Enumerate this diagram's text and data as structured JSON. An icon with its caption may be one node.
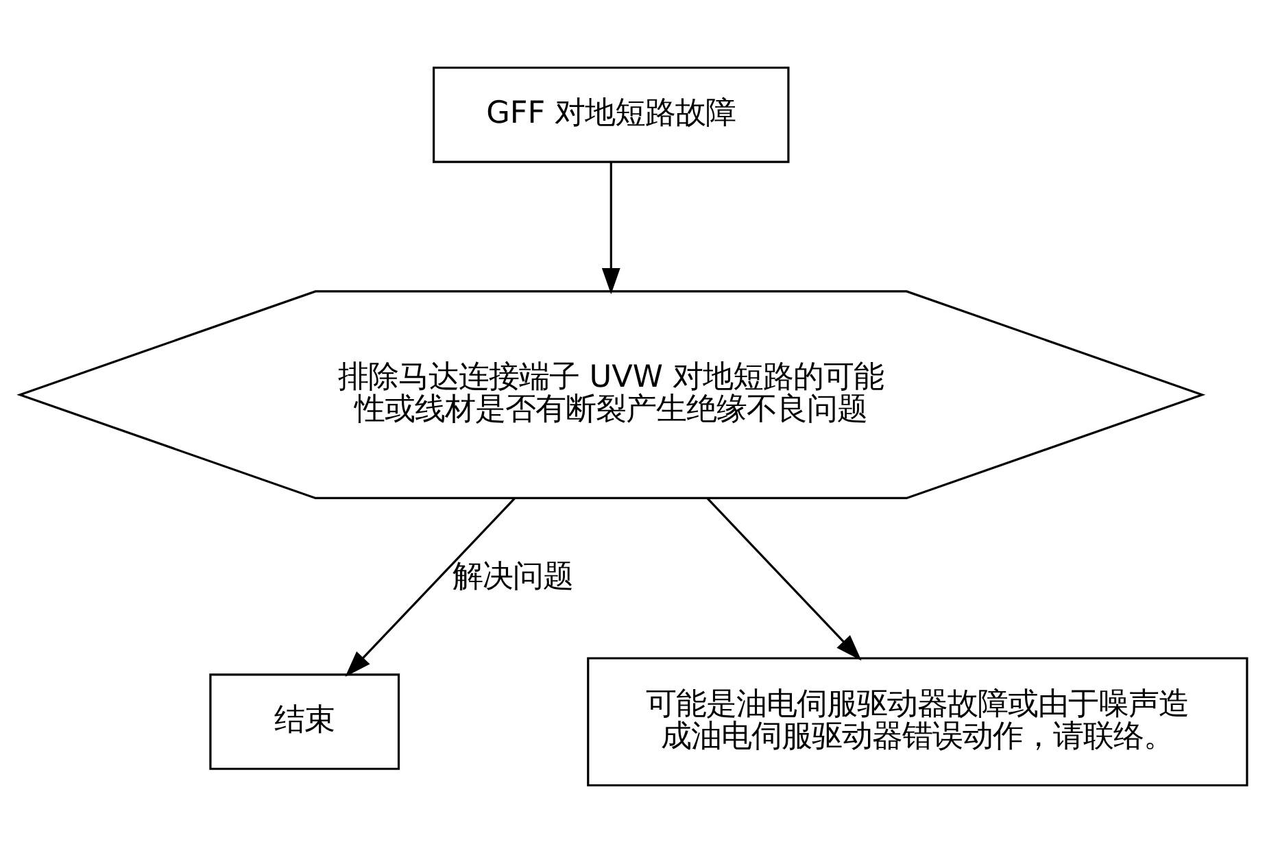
{
  "diagram": {
    "nodes": [
      {
        "text": [
          "GFF 对地短路故障"
        ]
      },
      {
        "text": [
          "排除马达连接端子 UVW 对地短路的可能性或线材是否有断裂产生绝缘不良问题"
        ]
      },
      {
        "text": [
          "结束"
        ]
      },
      {
        "text": [
          "可能是油电伺服驱动器故障或由于噪声造成油电伺服驱动器错误动作，请联络。"
        ]
      }
    ],
    "edges": [
      {
        "from": 0,
        "to": 1,
        "arrow": "to"
      },
      {
        "from": 1,
        "to": 2,
        "arrow": "to",
        "label": "解决问题"
      },
      {
        "from": 1,
        "to": 3,
        "arrow": "to"
      }
    ]
  }
}
